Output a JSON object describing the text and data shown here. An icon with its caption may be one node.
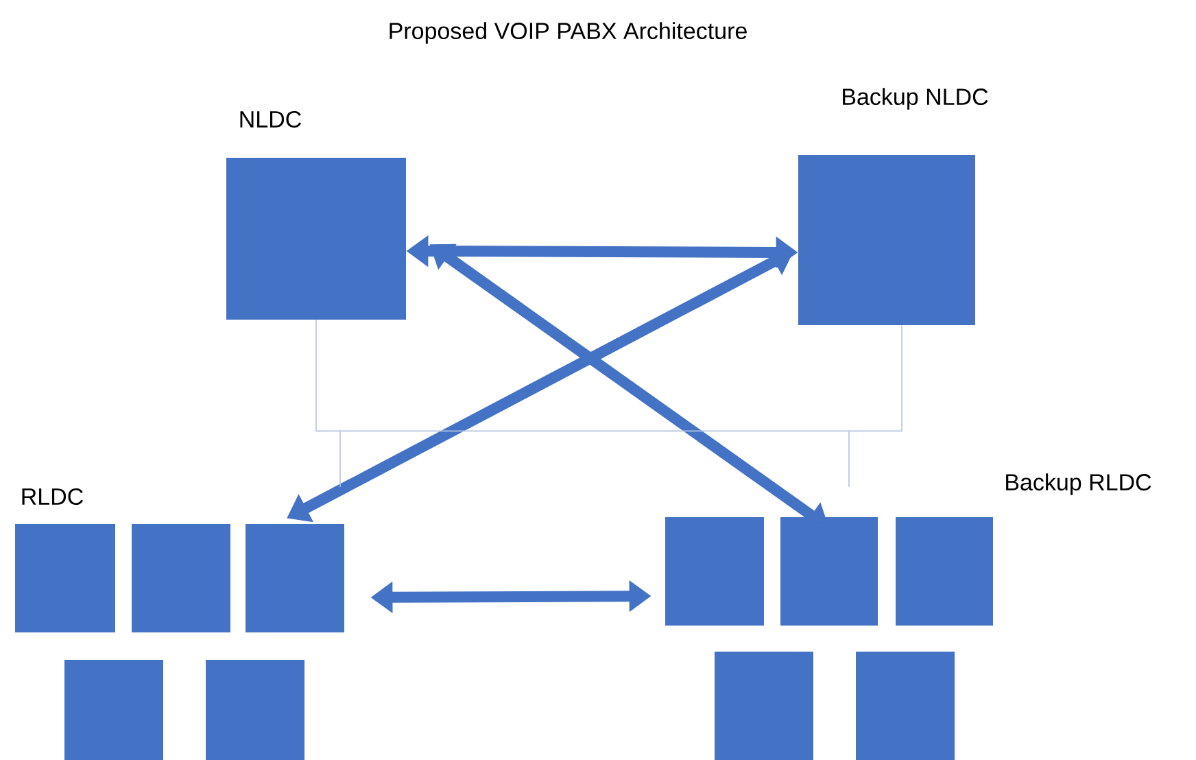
{
  "diagram": {
    "title": "Proposed VOIP PABX Architecture",
    "nodes": [
      {
        "text": [
          "NLDC"
        ]
      },
      {
        "text": [
          "Backup NLDC"
        ]
      },
      {
        "text": [],
        "shape": "box"
      },
      {
        "text": [],
        "shape": "box"
      },
      {
        "text": [],
        "shape": "box"
      },
      {
        "text": [],
        "shape": "box"
      },
      {
        "text": [],
        "shape": "box"
      },
      {
        "text": [],
        "shape": "box"
      },
      {
        "text": [],
        "shape": "box"
      },
      {
        "text": [],
        "shape": "box"
      },
      {
        "text": [],
        "shape": "box"
      },
      {
        "text": [],
        "shape": "box"
      }
    ],
    "edges": [
      {
        "from": 0,
        "to": 1,
        "arrow": "both"
      },
      {
        "from": 1,
        "to": 4,
        "arrow": "both"
      },
      {
        "from": 0,
        "to": 8,
        "arrow": "both"
      },
      {
        "from": 4,
        "to": 7,
        "arrow": "both"
      },
      {
        "from": 0,
        "to": 1,
        "arrow": "none",
        "color": "#b4c4e0"
      }
    ],
    "labels": [
      "RLDC",
      "Backup RLDC"
    ]
  }
}
